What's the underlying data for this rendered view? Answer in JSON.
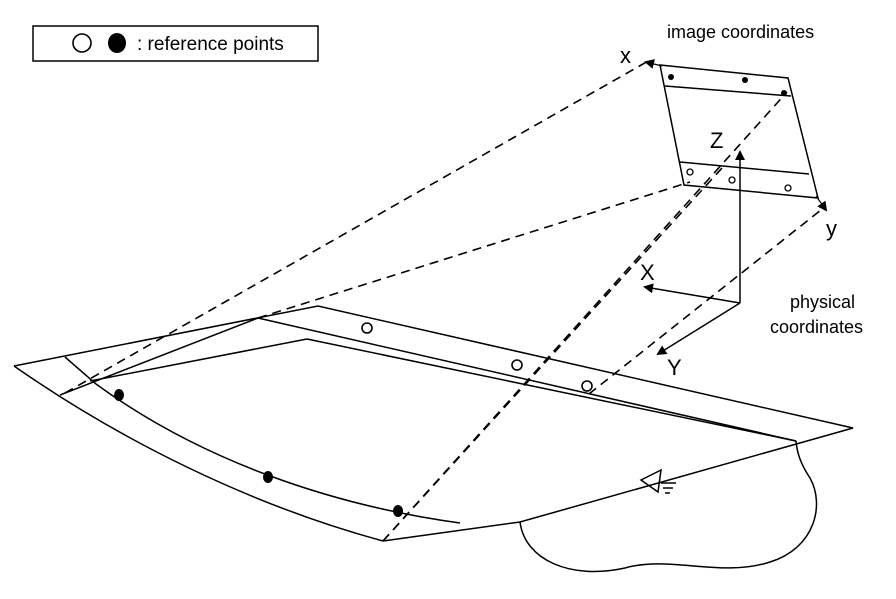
{
  "legend": {
    "text": ": reference points",
    "open_marker": "open-circle",
    "filled_marker": "filled-circle"
  },
  "image_coordinates": {
    "title": "image coordinates",
    "x_axis": "x",
    "y_axis": "y"
  },
  "physical_coordinates": {
    "title_line1": "physical",
    "title_line2": "coordinates",
    "x_axis": "X",
    "y_axis": "Y",
    "z_axis": "Z"
  },
  "colors": {
    "ink": "#000000",
    "background": "#ffffff"
  }
}
